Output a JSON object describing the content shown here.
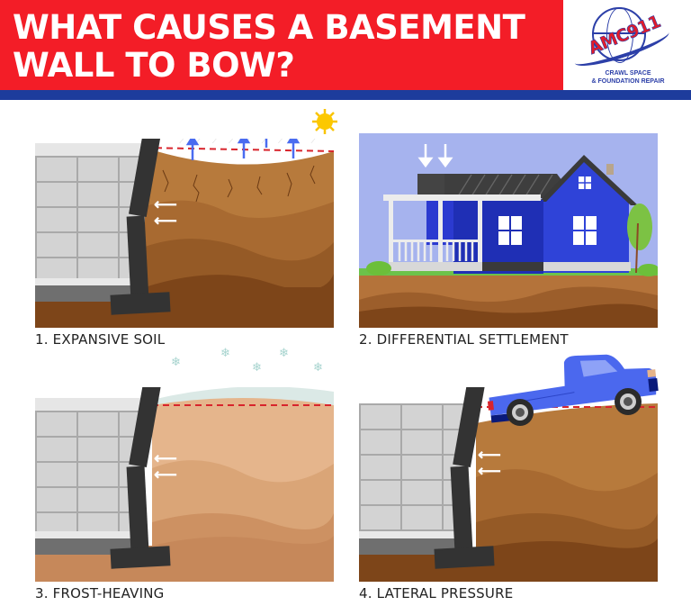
{
  "header": {
    "title_line1": "WHAT CAUSES A BASEMENT",
    "title_line2": "WALL TO BOW?",
    "colors": {
      "banner": "#f31d27",
      "bar": "#1d3c9c"
    }
  },
  "logo": {
    "name": "AMC911",
    "subtitle_line1": "CRAWL SPACE",
    "subtitle_line2": "& FOUNDATION REPAIR"
  },
  "panels": [
    {
      "number": "1",
      "caption": "1. EXPANSIVE SOIL",
      "icons": [
        "sun-icon",
        "rain-lines",
        "up-arrow-icon",
        "left-arrow-icon"
      ]
    },
    {
      "number": "2",
      "caption": "2. DIFFERENTIAL SETTLEMENT",
      "icons": [
        "down-arrow-icon",
        "house-icon",
        "tree-icon"
      ]
    },
    {
      "number": "3",
      "caption": "3. FROST-HEAVING",
      "icons": [
        "snowflake-icon",
        "snow-cover",
        "left-arrow-icon"
      ]
    },
    {
      "number": "4",
      "caption": "4. LATERAL PRESSURE",
      "icons": [
        "pickup-truck-icon",
        "left-arrow-icon"
      ]
    }
  ],
  "arrows": {
    "left": "⟵",
    "up": "↑",
    "down": "↓"
  }
}
